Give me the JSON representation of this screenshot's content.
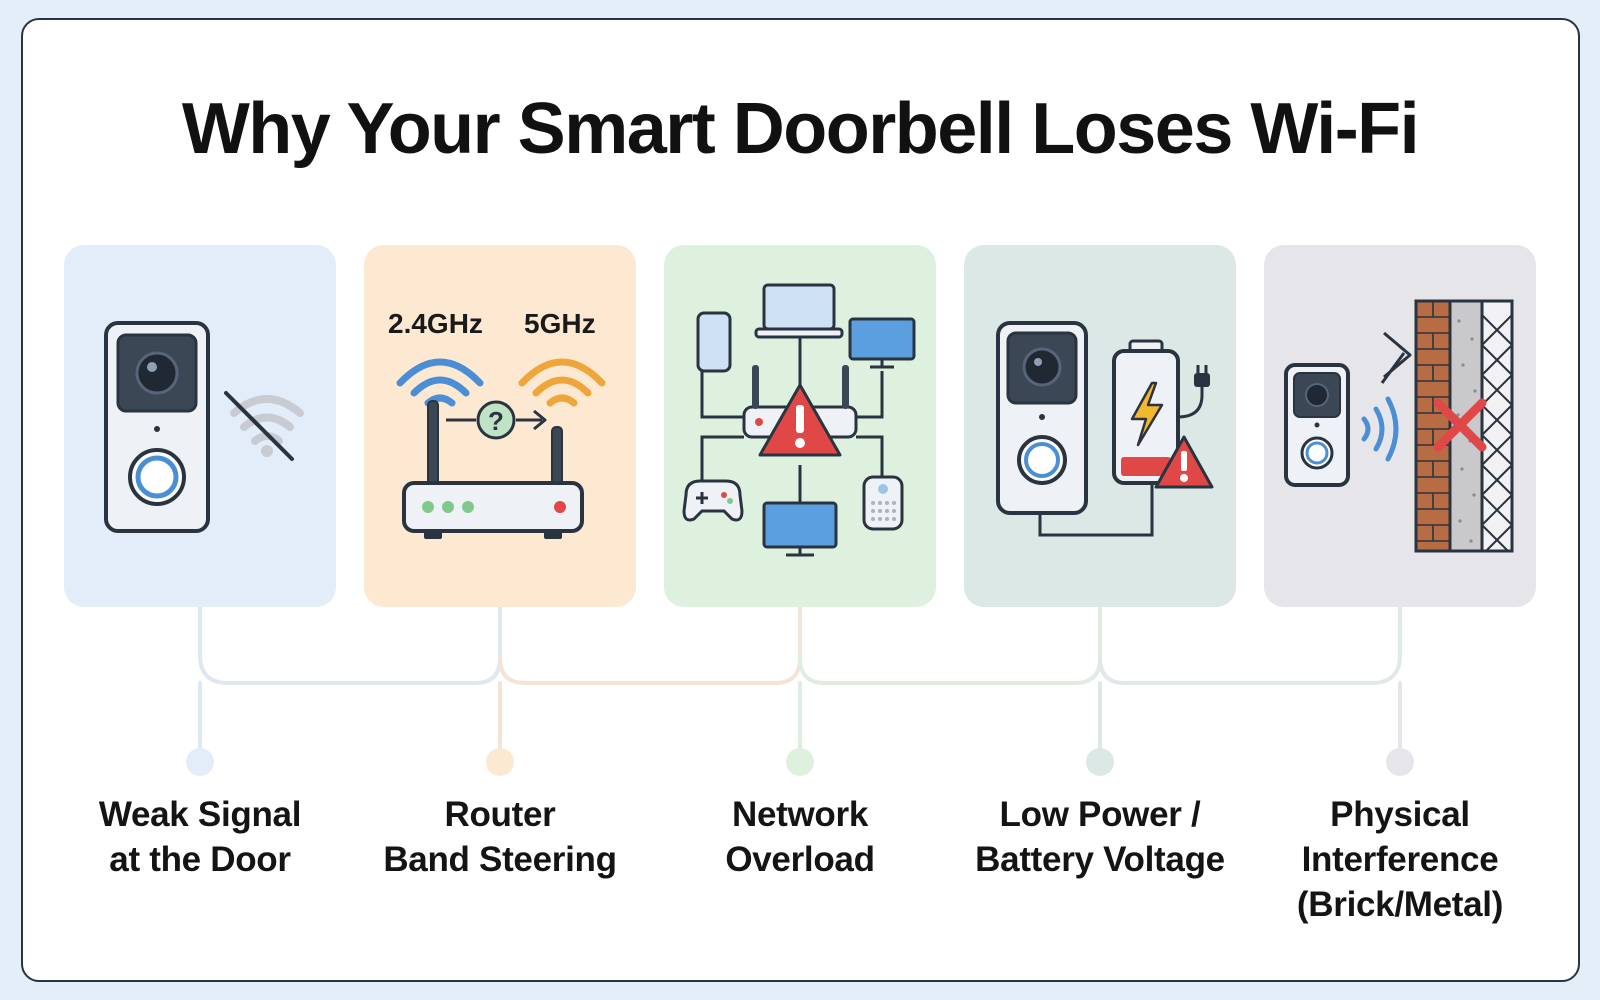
{
  "title": "Why Your Smart Doorbell Loses Wi-Fi",
  "colors": {
    "panel_1": "#e3edf9",
    "panel_2": "#fde8d1",
    "panel_3": "#def1df",
    "panel_4": "#dbe8e6",
    "panel_5": "#e6e6ea",
    "outline": "#2a3440",
    "wifi_blue": "#4a8fd6",
    "wifi_orange": "#f0a53a",
    "alert_red": "#e04848",
    "bolt_yellow": "#f3b72e",
    "brick": "#b86c44"
  },
  "causes": [
    {
      "id": "weak-signal",
      "icon": "doorbell-weak-wifi-icon",
      "lines": [
        "Weak Signal",
        "at the Door"
      ]
    },
    {
      "id": "band-steering",
      "icon": "dual-band-router-icon",
      "band_a": "2.4GHz",
      "band_b": "5GHz",
      "question": "?",
      "lines": [
        "Router",
        "Band Steering"
      ]
    },
    {
      "id": "network-overload",
      "icon": "overloaded-network-icon",
      "lines": [
        "Network",
        "Overload"
      ]
    },
    {
      "id": "low-power",
      "icon": "doorbell-low-battery-icon",
      "lines": [
        "Low Power /",
        "Battery Voltage"
      ]
    },
    {
      "id": "physical-interference",
      "icon": "blocked-wall-icon",
      "lines": [
        "Physical",
        "Interference",
        "(Brick/Metal)"
      ]
    }
  ]
}
